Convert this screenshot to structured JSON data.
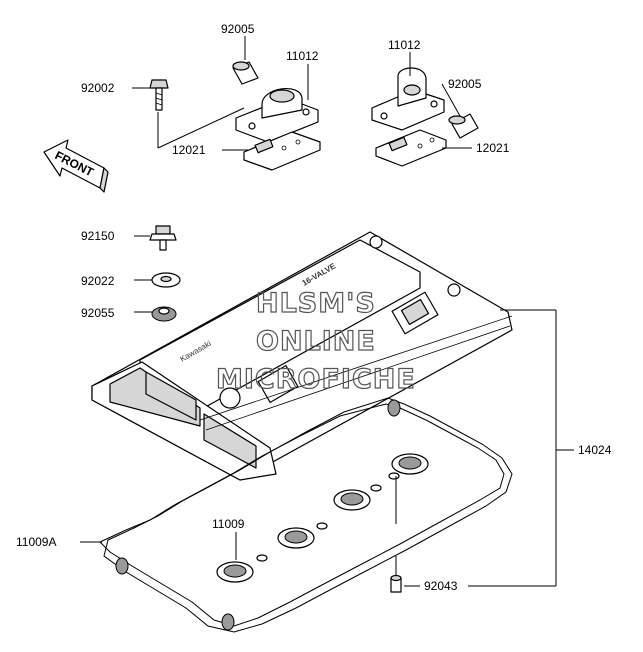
{
  "parts": {
    "p92005_top": "92005",
    "p11012_left": "11012",
    "p92002": "92002",
    "p12021_left": "12021",
    "p11012_right": "11012",
    "p92005_right": "92005",
    "p12021_right": "12021",
    "p92150": "92150",
    "p92022": "92022",
    "p92055": "92055",
    "p14024": "14024",
    "p11009": "11009",
    "p11009A": "11009A",
    "p92043": "92043"
  },
  "front_arrow": {
    "label": "FRONT"
  },
  "cover_markings": {
    "valve": "16-VALVE",
    "brand": "Kawasaki"
  },
  "watermark": {
    "line1": "HLSM'S",
    "line2": "ONLINE",
    "line3": "MICROFICHE"
  },
  "colors": {
    "line": "#000000",
    "shade": "#d6d6d6",
    "watermark": "#555555"
  }
}
